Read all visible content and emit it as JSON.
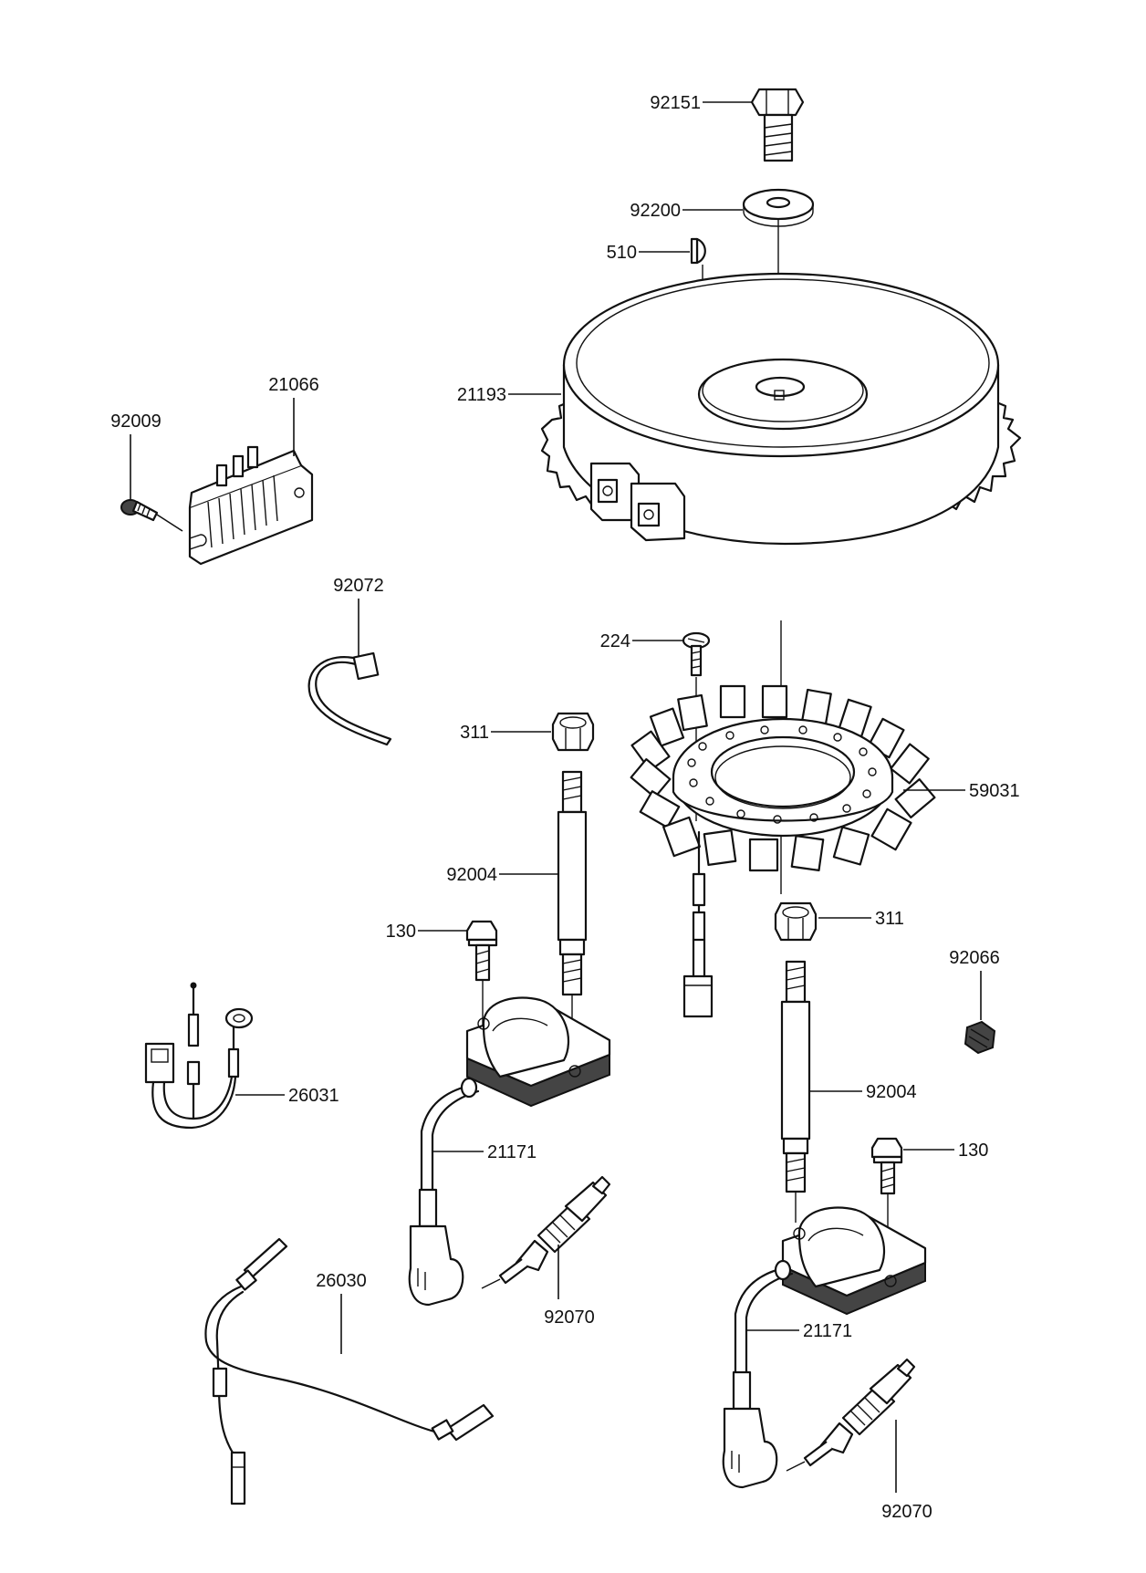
{
  "parts": [
    {
      "key": "p92151",
      "number": "92151"
    },
    {
      "key": "p92200",
      "number": "92200"
    },
    {
      "key": "p510",
      "number": "510"
    },
    {
      "key": "p21193",
      "number": "21193"
    },
    {
      "key": "p21066",
      "number": "21066"
    },
    {
      "key": "p92009",
      "number": "92009"
    },
    {
      "key": "p92072",
      "number": "92072"
    },
    {
      "key": "p224",
      "number": "224"
    },
    {
      "key": "p311a",
      "number": "311"
    },
    {
      "key": "p59031",
      "number": "59031"
    },
    {
      "key": "p92004a",
      "number": "92004"
    },
    {
      "key": "p130a",
      "number": "130"
    },
    {
      "key": "p311b",
      "number": "311"
    },
    {
      "key": "p92066",
      "number": "92066"
    },
    {
      "key": "p26031",
      "number": "26031"
    },
    {
      "key": "p21171a",
      "number": "21171"
    },
    {
      "key": "p92004b",
      "number": "92004"
    },
    {
      "key": "p130b",
      "number": "130"
    },
    {
      "key": "p26030",
      "number": "26030"
    },
    {
      "key": "p92070a",
      "number": "92070"
    },
    {
      "key": "p21171b",
      "number": "21171"
    },
    {
      "key": "p92070b",
      "number": "92070"
    }
  ]
}
